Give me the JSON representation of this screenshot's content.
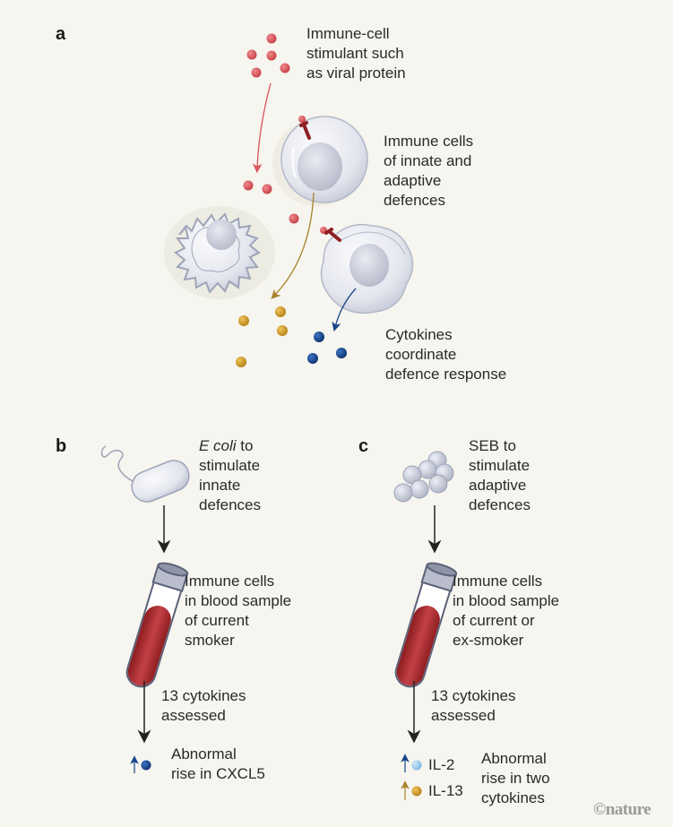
{
  "panels": {
    "a": {
      "label": "a",
      "stimulant_text": "Immune-cell\nstimulant such\nas viral protein",
      "cells_text": "Immune cells\nof innate and\nadaptive\ndefences",
      "cytokines_text": "Cytokines\ncoordinate\ndefence response"
    },
    "b": {
      "label": "b",
      "stimulus_italic": "E coli",
      "stimulus_rest": " to\nstimulate\ninnate\ndefences",
      "sample_text": "Immune cells\nin blood sample\nof current\nsmoker",
      "assessed_text": "13 cytokines\nassessed",
      "result_text": "Abnormal\nrise in CXCL5"
    },
    "c": {
      "label": "c",
      "stimulus_text": "SEB to\nstimulate\nadaptive\ndefences",
      "sample_text": "Immune cells\nin blood sample\nof current or\nex-smoker",
      "assessed_text": "13 cytokines\nassessed",
      "cytokine_1": "IL-2",
      "cytokine_2": "IL-13",
      "result_text": "Abnormal\nrise in two\ncytokines"
    }
  },
  "credit": "©nature",
  "colors": {
    "background": "#f6f5ef",
    "stimulant_red": "#d9545a",
    "cytokine_gold": "#c99a2a",
    "cytokine_blue": "#17468a",
    "cytokine_light_blue": "#8cc4ea",
    "receptor_dark_red": "#8e1f22",
    "blood": "#a8282c",
    "cell_grey": "#dcdfe8"
  }
}
